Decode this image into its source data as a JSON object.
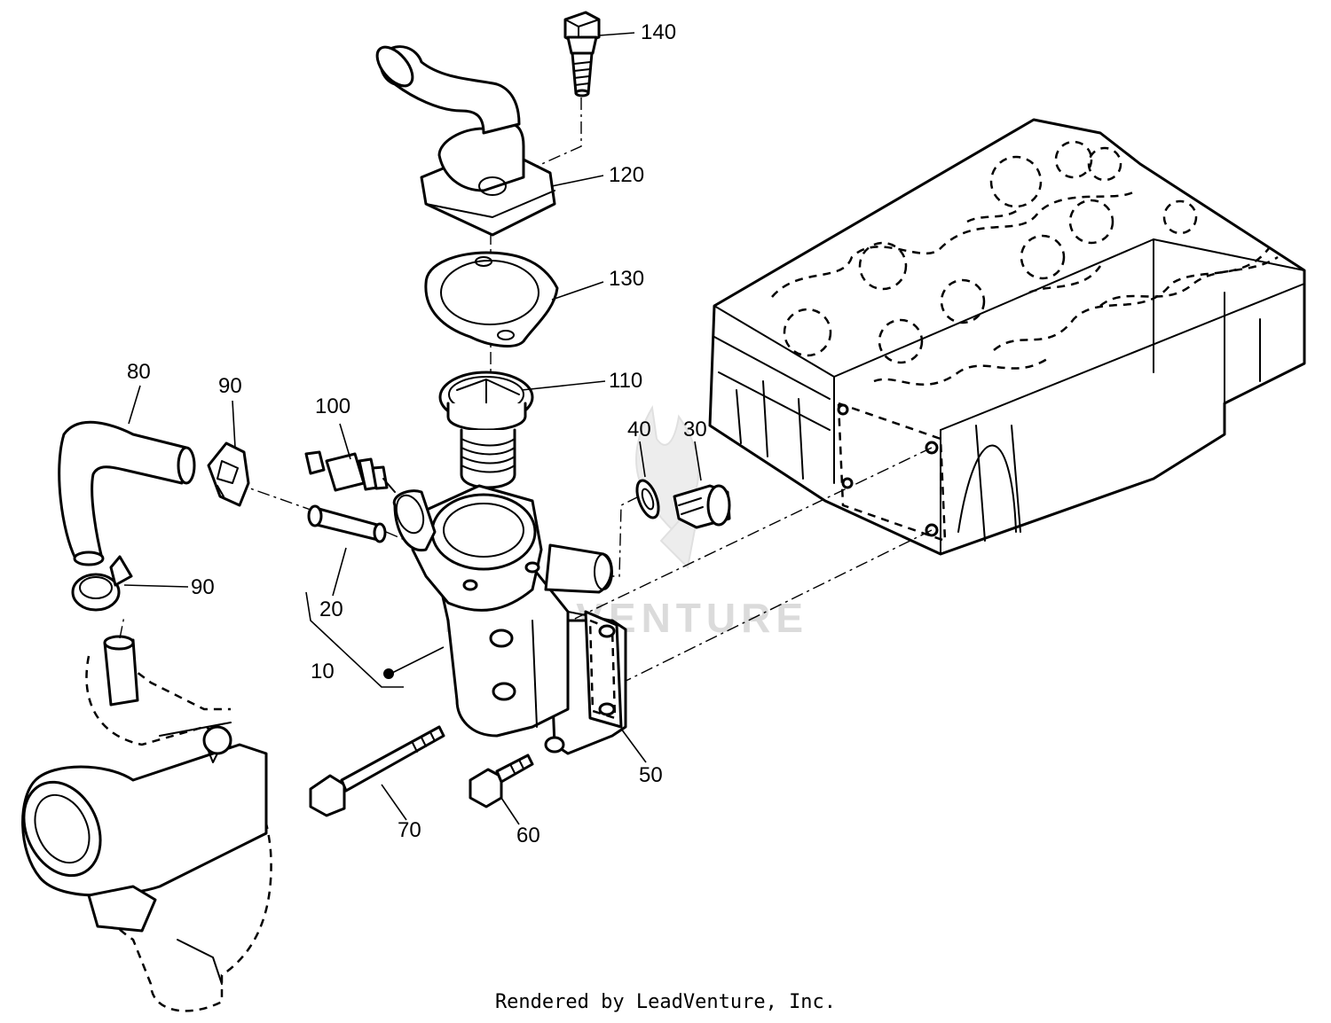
{
  "diagram": {
    "watermark": "LEADVENTURE",
    "labels": [
      {
        "id": "140",
        "text": "140"
      },
      {
        "id": "120",
        "text": "120"
      },
      {
        "id": "130",
        "text": "130"
      },
      {
        "id": "110",
        "text": "110"
      },
      {
        "id": "100",
        "text": "100"
      },
      {
        "id": "80",
        "text": "80"
      },
      {
        "id": "90a",
        "text": "90"
      },
      {
        "id": "90b",
        "text": "90"
      },
      {
        "id": "40",
        "text": "40"
      },
      {
        "id": "30",
        "text": "30"
      },
      {
        "id": "20",
        "text": "20"
      },
      {
        "id": "10",
        "text": "10"
      },
      {
        "id": "50",
        "text": "50"
      },
      {
        "id": "70",
        "text": "70"
      },
      {
        "id": "60",
        "text": "60"
      }
    ]
  },
  "footer": {
    "credit": "Rendered by LeadVenture, Inc."
  }
}
